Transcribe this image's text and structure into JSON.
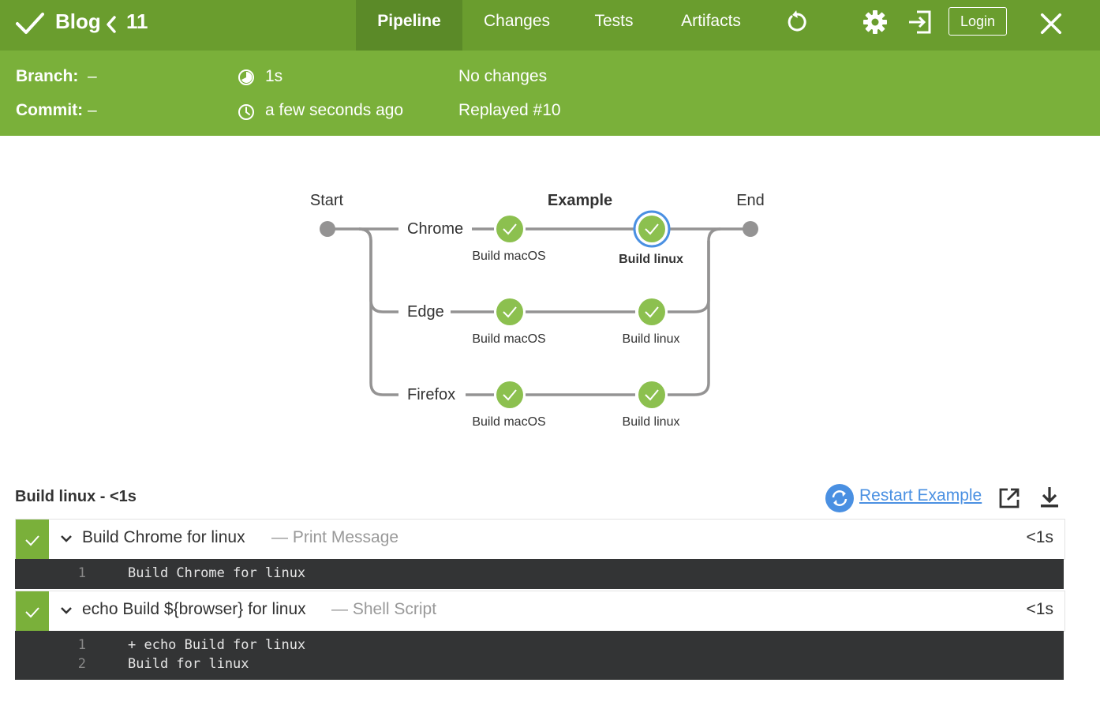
{
  "header": {
    "status_icon": "check-icon",
    "job_name": "Blog",
    "back_icon": "chevron-left-icon",
    "run_number": "11",
    "tabs": [
      {
        "label": "Pipeline",
        "active": true
      },
      {
        "label": "Changes",
        "active": false
      },
      {
        "label": "Tests",
        "active": false
      },
      {
        "label": "Artifacts",
        "active": false
      }
    ],
    "icons": [
      "replay-icon",
      "gear-icon",
      "signin-icon",
      "close-icon"
    ],
    "login_label": "Login",
    "bar_color": "#6a9d2e"
  },
  "summary": {
    "branch_label": "Branch:",
    "branch_value": "–",
    "commit_label": "Commit:",
    "commit_value": "–",
    "duration": "1s",
    "time": "a few seconds ago",
    "changes": "No changes",
    "replayed": "Replayed #10",
    "bar_color": "#7ab03a"
  },
  "pipeline": {
    "start_label": "Start",
    "stage_label": "Example",
    "end_label": "End",
    "branches": [
      {
        "name": "Chrome",
        "steps": [
          "Build macOS",
          "Build linux"
        ],
        "selected_step": 1
      },
      {
        "name": "Edge",
        "steps": [
          "Build macOS",
          "Build linux"
        ]
      },
      {
        "name": "Firefox",
        "steps": [
          "Build macOS",
          "Build linux"
        ]
      }
    ],
    "success_color": "#8cc04f",
    "selected_color": "#4a90e2"
  },
  "log_panel": {
    "title": "Build linux - <1s",
    "restart_label": "Restart Example",
    "steps": [
      {
        "name": "Build Chrome for linux",
        "description": "— Print Message",
        "duration": "<1s",
        "lines": [
          {
            "num": "1",
            "text": "Build Chrome for linux"
          }
        ]
      },
      {
        "name": "echo Build ${browser} for linux",
        "description": "— Shell Script",
        "duration": "<1s",
        "lines": [
          {
            "num": "1",
            "text": "+ echo Build for linux"
          },
          {
            "num": "2",
            "text": "Build for linux"
          }
        ]
      }
    ]
  }
}
